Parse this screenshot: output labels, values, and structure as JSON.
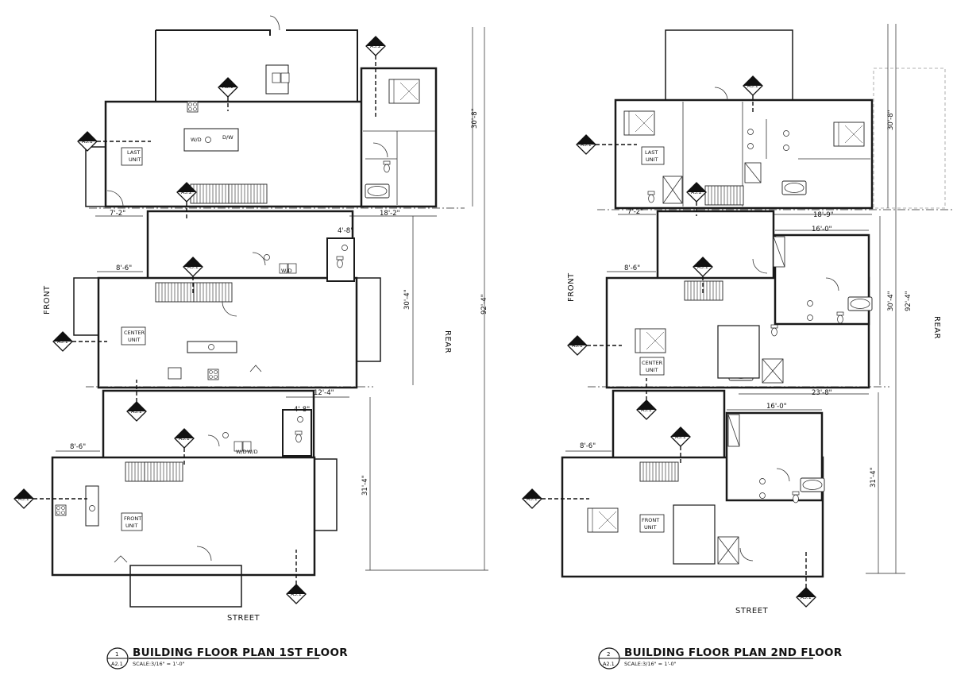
{
  "drawings": [
    {
      "number": "1",
      "sheet": "A2.1",
      "title": "BUILDING FLOOR PLAN 1ST FLOOR",
      "scale": "SCALE:3/16\" = 1'-0\"",
      "street": "STREET",
      "front": "FRONT",
      "rear": "REAR",
      "units": [
        {
          "line1": "LAST",
          "line2": "UNIT"
        },
        {
          "line1": "CENTER",
          "line2": "UNIT"
        },
        {
          "line1": "FRONT",
          "line2": "UNIT"
        }
      ],
      "dimensions": [
        "7'-2\"",
        "18'-2\"",
        "4'-8\"",
        "8'-6\"",
        "30'-4\"",
        "12'-4\"",
        "4'-8\"",
        "8'-6\"",
        "31'-4\"",
        "30'-8\"",
        "92'-4\""
      ],
      "section_tags": [
        {
          "letter": "C",
          "sheet": "A3.1"
        },
        {
          "letter": "B",
          "sheet": "A3.1"
        },
        {
          "letter": "F",
          "sheet": "A3.2"
        },
        {
          "letter": "E",
          "sheet": "A3.2"
        },
        {
          "letter": "C",
          "sheet": "A3.1"
        },
        {
          "letter": "B",
          "sheet": "A3.1"
        },
        {
          "letter": "D",
          "sheet": "A3.1"
        },
        {
          "letter": "C",
          "sheet": "A3.1"
        },
        {
          "letter": "B",
          "sheet": "A3.1"
        },
        {
          "letter": "A",
          "sheet": "A3.1"
        }
      ],
      "appliance_labels": [
        "W/D",
        "W/D",
        "W/D",
        "W/D",
        "D/W"
      ]
    },
    {
      "number": "2",
      "sheet": "A2.1",
      "title": "BUILDING FLOOR PLAN 2ND FLOOR",
      "scale": "SCALE:3/16\" = 1'-0\"",
      "street": "STREET",
      "front": "FRONT",
      "rear": "REAR",
      "units": [
        {
          "line1": "LAST",
          "line2": "UNIT"
        },
        {
          "line1": "CENTER",
          "line2": "UNIT"
        },
        {
          "line1": "FRONT",
          "line2": "UNIT"
        }
      ],
      "dimensions": [
        "7'-2\"",
        "18'-9\"",
        "16'-0\"",
        "8'-6\"",
        "30'-4\"",
        "23'-8\"",
        "16'-0\"",
        "8'-6\"",
        "31'-4\"",
        "30'-8\"",
        "92'-4\""
      ],
      "section_tags": [
        {
          "letter": "C",
          "sheet": "A3.1"
        },
        {
          "letter": "B",
          "sheet": "A3.1"
        },
        {
          "letter": "E",
          "sheet": "A3.2"
        },
        {
          "letter": "C",
          "sheet": "A3.1"
        },
        {
          "letter": "D",
          "sheet": "A3.1"
        },
        {
          "letter": "D",
          "sheet": "A3.1"
        },
        {
          "letter": "C",
          "sheet": "A3.1"
        },
        {
          "letter": "B",
          "sheet": "A3.1"
        },
        {
          "letter": "A",
          "sheet": "A3.1"
        }
      ]
    }
  ]
}
